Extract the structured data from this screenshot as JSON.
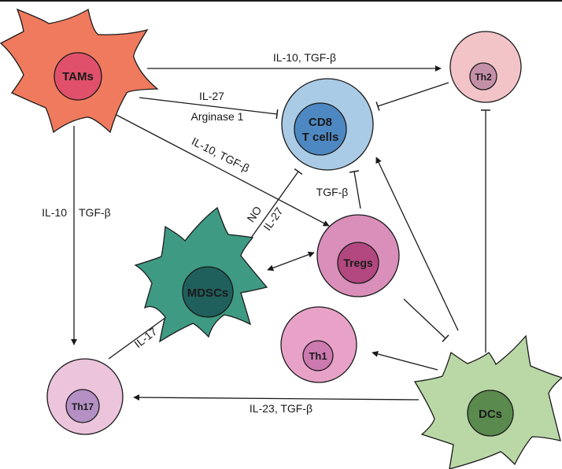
{
  "cells": {
    "tams": {
      "label": "TAMs",
      "outer_color": "#f07a5e",
      "inner_color": "#e0506a"
    },
    "cd8": {
      "label_line1": "CD8",
      "label_line2": "T cells",
      "outer_color": "#a9cbe6",
      "inner_color": "#4e88c2"
    },
    "th2": {
      "label": "Th2",
      "outer_color": "#f2c4c8",
      "inner_color": "#c490a8"
    },
    "tregs": {
      "label": "Tregs",
      "outer_color": "#d98fba",
      "inner_color": "#b2487f"
    },
    "mdscs": {
      "label": "MDSCs",
      "outer_color": "#3f9a83",
      "inner_color": "#1f5f5c"
    },
    "th1": {
      "label": "Th1",
      "outer_color": "#e8a2c8",
      "inner_color": "#cc7ab0"
    },
    "th17": {
      "label": "Th17",
      "outer_color": "#ecc4dc",
      "inner_color": "#b490c4"
    },
    "dcs": {
      "label": "DCs",
      "outer_color": "#b9d8a6",
      "inner_color": "#5a8a4e"
    }
  },
  "edges": {
    "tams_th2": "IL-10, TGF-β",
    "tams_cd8_line1": "IL-27",
    "tams_cd8_line2": "Arginase 1",
    "tams_tregs": "IL-10, TGF-β",
    "tams_th17_a": "IL-10",
    "tams_th17_b": "TGF-β",
    "tregs_cd8": "TGF-β",
    "mdscs_cd8_a": "NO",
    "mdscs_cd8_b": "IL-27",
    "th17_mdscs": "IL-17",
    "dcs_th17": "IL-23, TGF-β"
  }
}
